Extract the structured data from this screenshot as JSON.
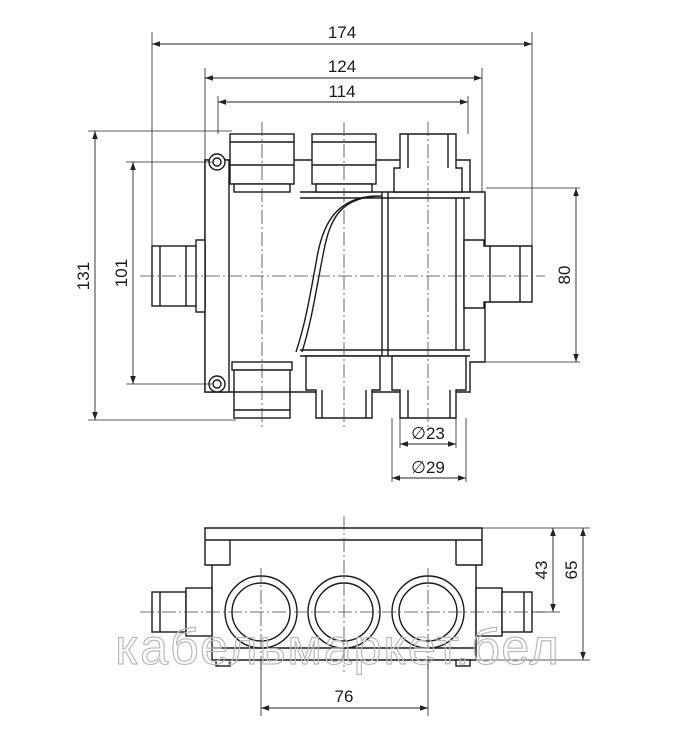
{
  "drawing": {
    "top_view": {
      "dimensions": {
        "overall_width": "174",
        "body_width": "124",
        "pipe_span": "114",
        "overall_height": "131",
        "mount_height": "101",
        "outlet_height": "80",
        "pipe_inner_diameter": "∅23",
        "pipe_outer_diameter": "∅29"
      }
    },
    "side_view": {
      "dimensions": {
        "outlet_spacing": "76",
        "body_height": "43",
        "total_height": "65"
      }
    },
    "watermark": "кабельмаркет.бел"
  }
}
